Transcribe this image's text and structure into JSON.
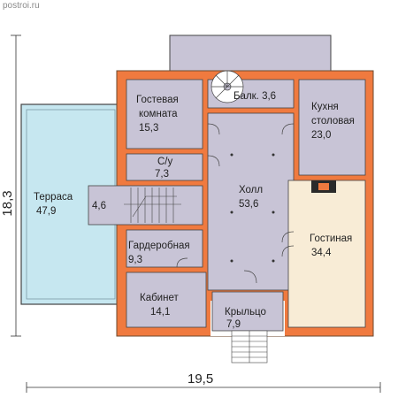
{
  "site": {
    "watermark": "postroi.ru"
  },
  "dimensions": {
    "width": "19,5",
    "height": "18,3"
  },
  "rooms": {
    "guest": {
      "name": "Гостевая",
      "name2": "комната",
      "area": "15,3"
    },
    "balcony": {
      "label": "Балк. 3,6"
    },
    "kitchen": {
      "name": "Кухня",
      "name2": "столовая",
      "area": "23,0"
    },
    "wc": {
      "name": "С/у",
      "area": "7,3"
    },
    "hall": {
      "name": "Холл",
      "area": "53,6"
    },
    "terrace": {
      "name": "Терраса",
      "area": "47,9"
    },
    "stair": {
      "area": "4,6"
    },
    "wardrobe": {
      "name": "Гардеробная",
      "area": "9,3"
    },
    "living": {
      "name": "Гостиная",
      "area": "34,4"
    },
    "office": {
      "name": "Кабинет",
      "area": "14,1"
    },
    "porch": {
      "name": "Крыльцо",
      "area": "7,9"
    }
  },
  "colors": {
    "wall": "#f07a3f",
    "floor": "#c8c4d6",
    "terrace": "#c6e7f0",
    "living": "#f8ecd6",
    "wall_dark": "#6c4a2f"
  }
}
